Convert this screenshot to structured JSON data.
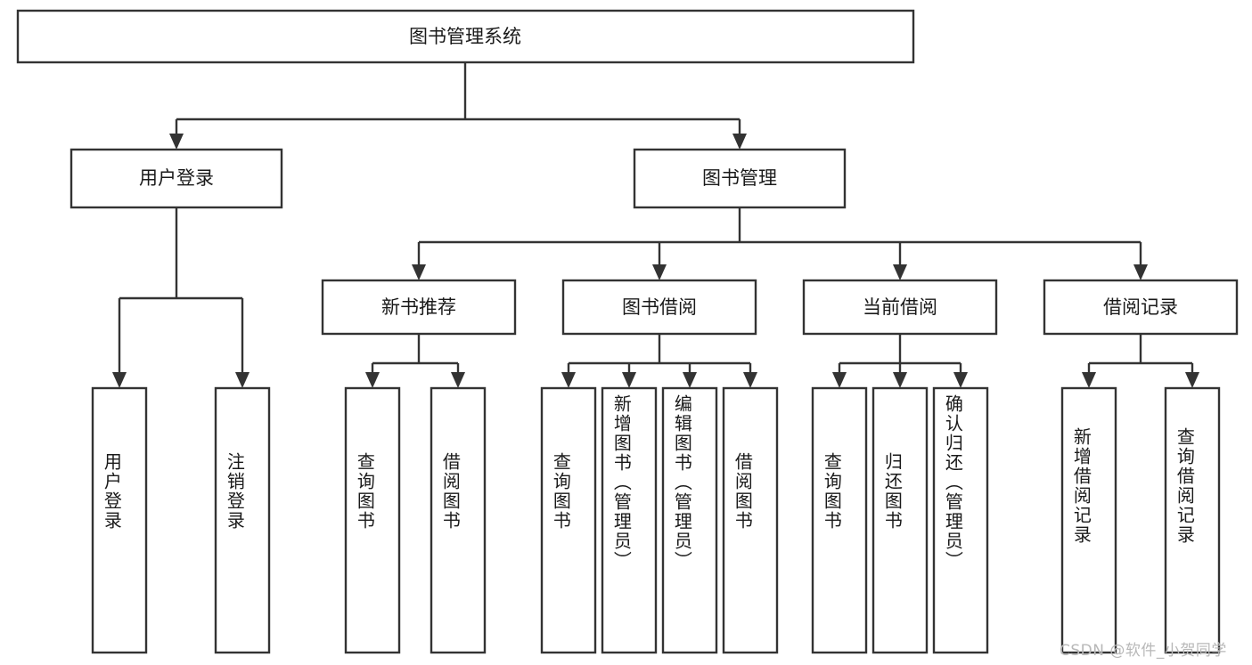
{
  "diagram": {
    "title": "图书管理系统",
    "watermark": "CSDN @软件_小贺同学",
    "root": {
      "id": "root",
      "label": "图书管理系统"
    },
    "level2": [
      {
        "id": "user-login",
        "label": "用户登录"
      },
      {
        "id": "book-management",
        "label": "图书管理"
      }
    ],
    "level3": [
      {
        "id": "new-book-recommend",
        "label": "新书推荐",
        "parent": "book-management"
      },
      {
        "id": "book-borrow",
        "label": "图书借阅",
        "parent": "book-management"
      },
      {
        "id": "current-borrow",
        "label": "当前借阅",
        "parent": "book-management"
      },
      {
        "id": "borrow-record",
        "label": "借阅记录",
        "parent": "book-management"
      }
    ],
    "leaves": [
      {
        "id": "leaf-user-login",
        "label": "用户登录",
        "parent": "user-login"
      },
      {
        "id": "leaf-logout-login",
        "label": "注销登录",
        "parent": "user-login"
      },
      {
        "id": "leaf-query-book-1",
        "label": "查询图书",
        "parent": "new-book-recommend"
      },
      {
        "id": "leaf-borrow-book-1",
        "label": "借阅图书",
        "parent": "new-book-recommend"
      },
      {
        "id": "leaf-query-book-2",
        "label": "查询图书",
        "parent": "book-borrow"
      },
      {
        "id": "leaf-add-book",
        "label": "新增图书（管理员）",
        "parent": "book-borrow"
      },
      {
        "id": "leaf-edit-book",
        "label": "编辑图书（管理员）",
        "parent": "book-borrow"
      },
      {
        "id": "leaf-borrow-book-2",
        "label": "借阅图书",
        "parent": "book-borrow"
      },
      {
        "id": "leaf-query-book-3",
        "label": "查询图书",
        "parent": "current-borrow"
      },
      {
        "id": "leaf-return-book",
        "label": "归还图书",
        "parent": "current-borrow"
      },
      {
        "id": "leaf-confirm-return",
        "label": "确认归还（管理员）",
        "parent": "current-borrow"
      },
      {
        "id": "leaf-add-record",
        "label": "新增借阅记录",
        "parent": "borrow-record"
      },
      {
        "id": "leaf-query-record",
        "label": "查询借阅记录",
        "parent": "borrow-record"
      }
    ],
    "colors": {
      "stroke": "#333333",
      "fill": "#ffffff",
      "text": "#1a1a1a",
      "watermark": "#b8b8b8"
    }
  }
}
